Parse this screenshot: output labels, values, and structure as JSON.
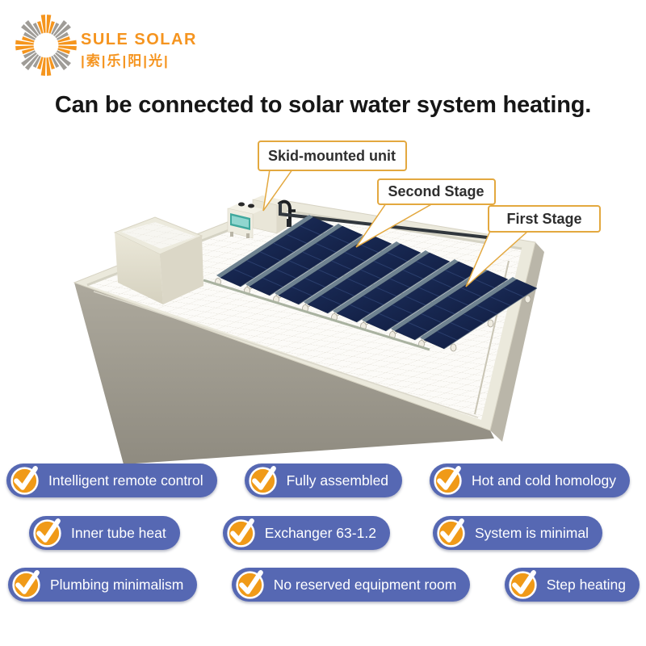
{
  "brand": {
    "name": "SULE SOLAR",
    "name_cn": "|索|乐|阳|光|",
    "accent_color": "#F5941F",
    "logo_gray": "#9F9C97"
  },
  "title": "Can be connected to solar water system heating.",
  "diagram": {
    "callouts": {
      "skid": "Skid-mounted unit",
      "second": "Second Stage",
      "first": "First Stage"
    },
    "callout_border_color": "#E3A83F",
    "panel_rows": 8
  },
  "features": {
    "pill_color": "#5668B3",
    "check_circle_color": "#F09A18",
    "rows": [
      [
        "Intelligent remote control",
        "Fully assembled",
        "Hot and cold homology"
      ],
      [
        "Inner tube heat",
        "Exchanger 63-1.2",
        "System is minimal"
      ],
      [
        "Plumbing minimalism",
        "No reserved equipment room",
        "Step heating"
      ]
    ]
  }
}
